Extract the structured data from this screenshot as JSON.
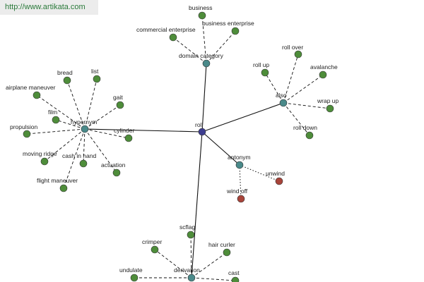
{
  "header": {
    "url": "http://www.artikata.com"
  },
  "colors": {
    "center": "#3d3d8f",
    "hub": "#4a8a8a",
    "leaf": "#4e8d3a",
    "antonym_leaf": "#a8443a"
  },
  "graph": {
    "center": {
      "id": "roll",
      "label": "roll"
    },
    "hubs": [
      {
        "id": "domain_category",
        "label": "domain category"
      },
      {
        "id": "also",
        "label": "also"
      },
      {
        "id": "hypernym",
        "label": "hypernym"
      },
      {
        "id": "antonym",
        "label": "antonym"
      },
      {
        "id": "derivation",
        "label": "derivation"
      }
    ],
    "leaves": [
      {
        "id": "business",
        "label": "business",
        "hub": "domain_category",
        "kind": "leaf"
      },
      {
        "id": "business_enterprise",
        "label": "business enterprise",
        "hub": "domain_category",
        "kind": "leaf"
      },
      {
        "id": "commercial_enterprise",
        "label": "commercial enterprise",
        "hub": "domain_category",
        "kind": "leaf"
      },
      {
        "id": "roll_over",
        "label": "roll over",
        "hub": "also",
        "kind": "leaf"
      },
      {
        "id": "roll_up",
        "label": "roll up",
        "hub": "also",
        "kind": "leaf"
      },
      {
        "id": "avalanche",
        "label": "avalanche",
        "hub": "also",
        "kind": "leaf"
      },
      {
        "id": "wrap_up",
        "label": "wrap up",
        "hub": "also",
        "kind": "leaf"
      },
      {
        "id": "roll_down",
        "label": "roll down",
        "hub": "also",
        "kind": "leaf"
      },
      {
        "id": "bread",
        "label": "bread",
        "hub": "hypernym",
        "kind": "leaf"
      },
      {
        "id": "list",
        "label": "list",
        "hub": "hypernym",
        "kind": "leaf"
      },
      {
        "id": "airplane_maneuver",
        "label": "airplane maneuver",
        "hub": "hypernym",
        "kind": "leaf"
      },
      {
        "id": "gait",
        "label": "gait",
        "hub": "hypernym",
        "kind": "leaf"
      },
      {
        "id": "film",
        "label": "film",
        "hub": "hypernym",
        "kind": "leaf"
      },
      {
        "id": "propulsion",
        "label": "propulsion",
        "hub": "hypernym",
        "kind": "leaf"
      },
      {
        "id": "cylinder",
        "label": "cylinder",
        "hub": "hypernym",
        "kind": "leaf"
      },
      {
        "id": "moving_ridge",
        "label": "moving ridge",
        "hub": "hypernym",
        "kind": "leaf"
      },
      {
        "id": "cash_in_hand",
        "label": "cash in hand",
        "hub": "hypernym",
        "kind": "leaf"
      },
      {
        "id": "actuation",
        "label": "actuation",
        "hub": "hypernym",
        "kind": "leaf"
      },
      {
        "id": "flight_maneuver",
        "label": "flight maneuver",
        "hub": "hypernym",
        "kind": "leaf"
      },
      {
        "id": "unwind",
        "label": "unwind",
        "hub": "antonym",
        "kind": "antonym_leaf"
      },
      {
        "id": "wind_off",
        "label": "wind off",
        "hub": "antonym",
        "kind": "antonym_leaf"
      },
      {
        "id": "scflag",
        "label": "scflag",
        "hub": "derivation",
        "kind": "leaf"
      },
      {
        "id": "crimper",
        "label": "crimper",
        "hub": "derivation",
        "kind": "leaf"
      },
      {
        "id": "hair_curler",
        "label": "hair curler",
        "hub": "derivation",
        "kind": "leaf"
      },
      {
        "id": "undulate",
        "label": "undulate",
        "hub": "derivation",
        "kind": "leaf"
      },
      {
        "id": "cast",
        "label": "cast",
        "hub": "derivation",
        "kind": "leaf"
      }
    ]
  }
}
